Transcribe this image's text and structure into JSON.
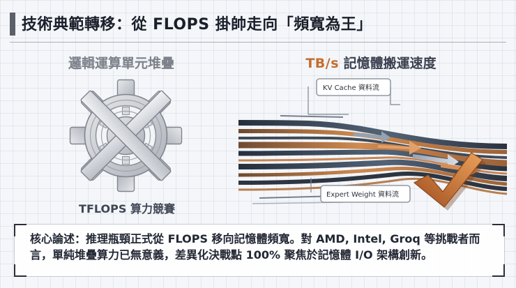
{
  "slide": {
    "title": "技術典範轉移：從 FLOPS 掛帥走向「頻寬為王」"
  },
  "left_panel": {
    "heading": "邏輯運算單元堆疊",
    "caption": "TFLOPS 算力競賽",
    "icon": "crossed-out-gear-icon"
  },
  "right_panel": {
    "heading_prefix": "TB/s",
    "heading_rest": " 記憶體搬運速度",
    "callout_top": "KV Cache 資料流",
    "callout_bottom": "Expert Weight 資料流",
    "icon": "checkmark-icon"
  },
  "summary": {
    "text": "核心論述：推理瓶頸正式從 FLOPS 移向記憶體頻寬。對 AMD, Intel, Groq 等挑戰者而言，單純堆疊算力已無意義，差異化決戰點 100% 聚焦於記憶體 I/O 架構創新。"
  },
  "colors": {
    "accent_orange": "#c36f2f",
    "streak_copper": "#c9844c",
    "streak_dark": "#2f3642",
    "gear_gray": "#c6c9cf"
  }
}
